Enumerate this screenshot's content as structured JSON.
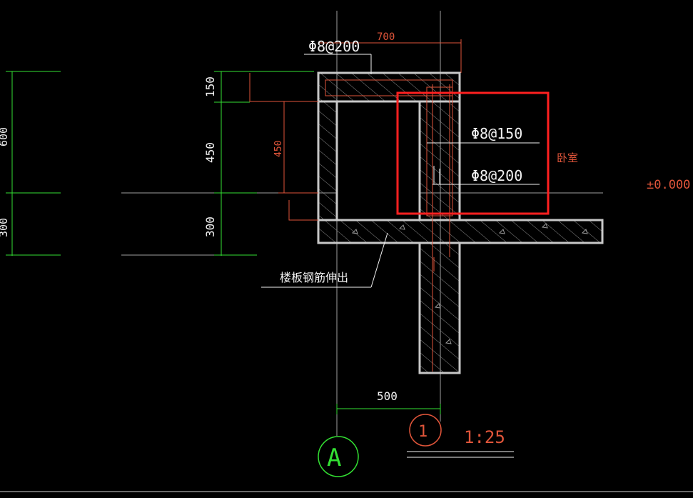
{
  "colors": {
    "background": "#000000",
    "concrete_outline": "#c8c8c8",
    "dimension_green": "#33e033",
    "annotation_red": "#e0553a",
    "highlight_box": "#ff2020",
    "text_white": "#f2f2f2",
    "hatch": "#9a9a9a",
    "axis_line": "#a0a0a0"
  },
  "dimensions": {
    "top_width": "700",
    "bottom_width": "500",
    "vertical": [
      "150",
      "450",
      "300"
    ],
    "inner_red": "450",
    "left_partial": [
      "600",
      "300"
    ]
  },
  "rebar_labels": {
    "top": "Φ8@200",
    "mid_upper": "Φ8@150",
    "mid_lower": "Φ8@200"
  },
  "annotations": {
    "slab_note": "楼板钢筋伸出",
    "room": "卧室",
    "elevation": "±0.000"
  },
  "detail_marker": {
    "number": "1",
    "scale": "1:25"
  },
  "grid_axis": {
    "label": "A"
  }
}
